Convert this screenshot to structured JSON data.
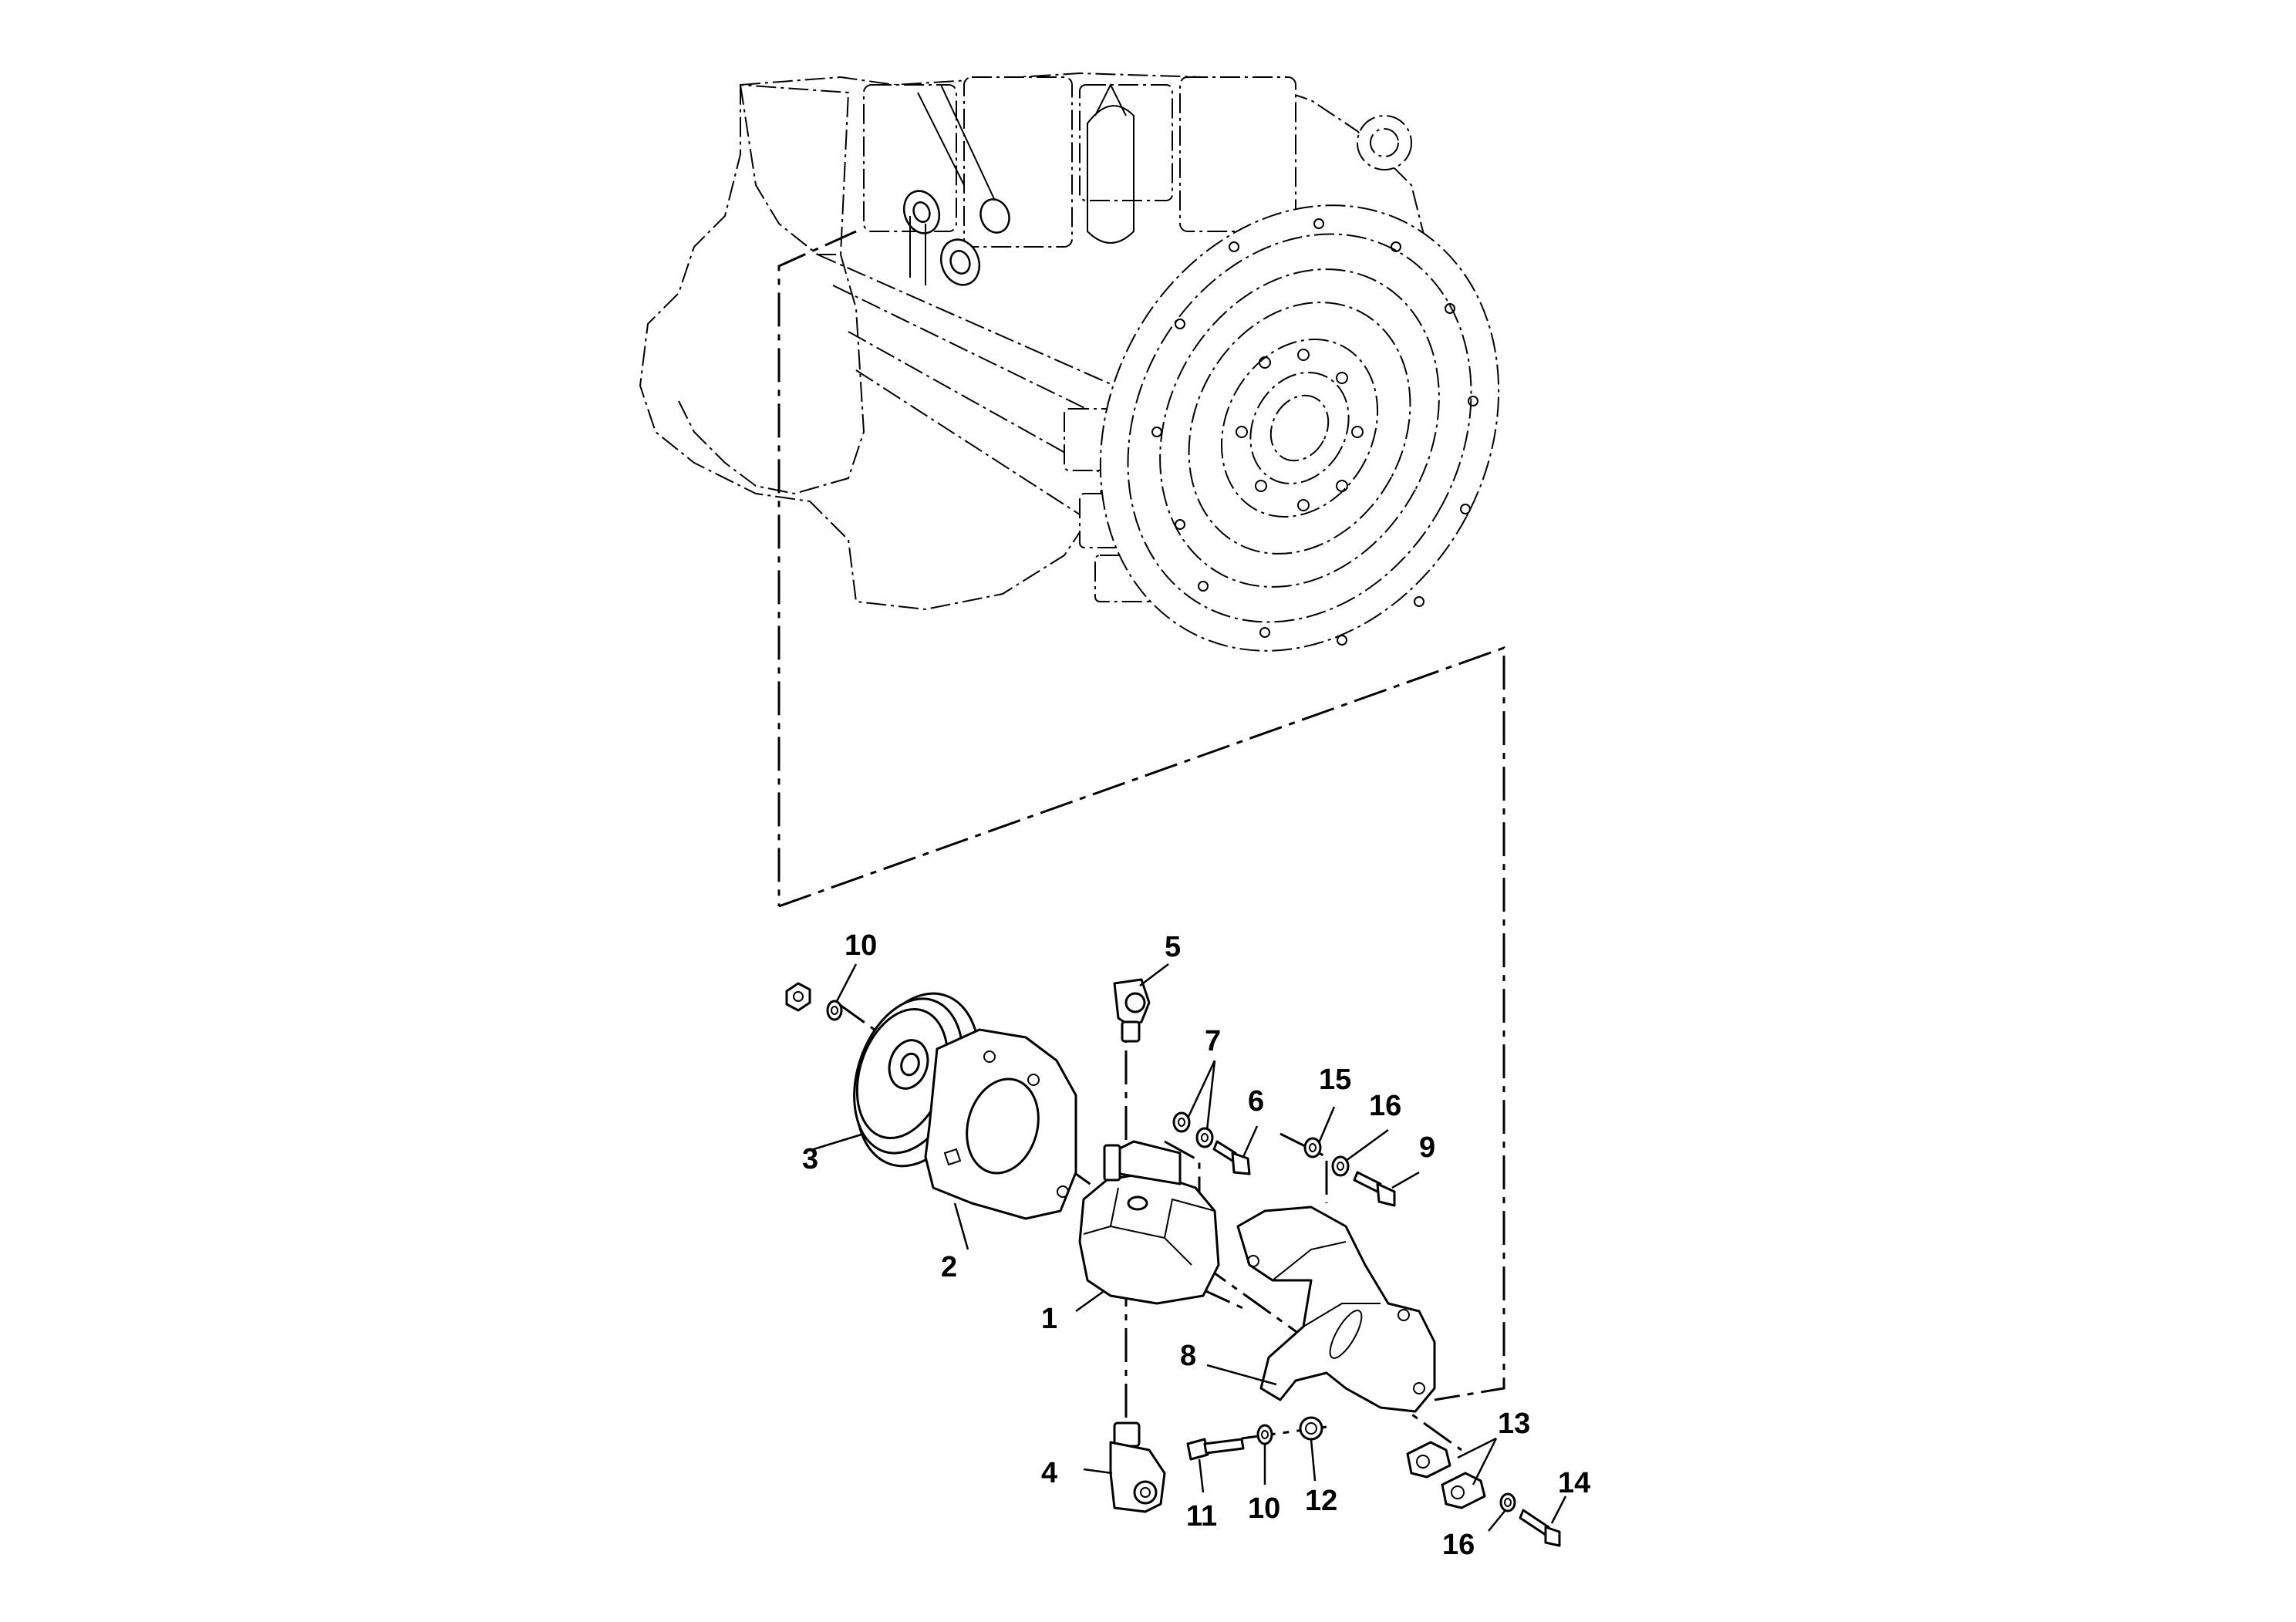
{
  "callouts": {
    "c1": "1",
    "c2": "2",
    "c3": "3",
    "c4": "4",
    "c5": "5",
    "c6": "6",
    "c7": "7",
    "c8": "8",
    "c9": "9",
    "c10_top": "10",
    "c10_bottom": "10",
    "c11": "11",
    "c12": "12",
    "c13": "13",
    "c14": "14",
    "c15": "15",
    "c16_top": "16",
    "c16_bottom": "16"
  }
}
